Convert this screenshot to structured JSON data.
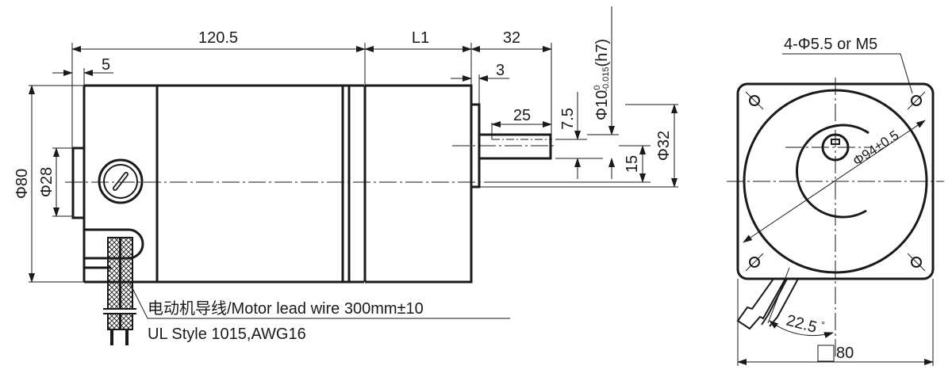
{
  "drawing": {
    "title": "Motor outline dimension drawing",
    "side_view": {
      "dims": {
        "overall_body_length": "120.5",
        "flange_step": "5",
        "gearhead_length": "L1",
        "shaft_length": "32",
        "boss_thickness": "3",
        "key_length": "25",
        "key_offset": "7.5",
        "shaft_diameter_main": "Φ10",
        "shaft_tol_upper": "0",
        "shaft_tol_lower": "-0.015",
        "shaft_fit": "(h7)",
        "shaft_center_offset": "15",
        "boss_diameter": "Φ32",
        "body_diameter": "Φ80",
        "rear_boss_diameter": "Φ28"
      },
      "lead_wire": {
        "label_line1": "电动机导线/Motor lead wire 300mm±10",
        "label_line2": "UL Style 1015,AWG16"
      }
    },
    "front_view": {
      "dims": {
        "mounting_holes": "4-Φ5.5 or M5",
        "pitch_circle": "Φ94±0.5",
        "wire_angle": "22.5",
        "wire_angle_unit": "°",
        "square_size": "80"
      }
    }
  },
  "colors": {
    "line": "#1a1a1a",
    "background": "#ffffff"
  }
}
